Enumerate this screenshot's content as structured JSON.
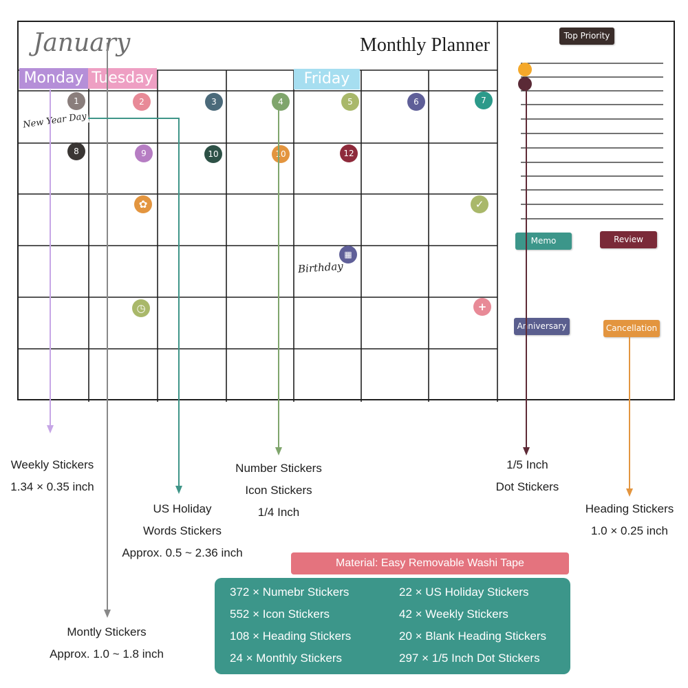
{
  "planner": {
    "month": "January",
    "title": "Monthly Planner",
    "weekdays": [
      "Monday",
      "Tuesday",
      "Friday"
    ],
    "numbers": [
      "1",
      "2",
      "3",
      "4",
      "5",
      "6",
      "7",
      "8",
      "9",
      "10",
      "10",
      "12"
    ],
    "holiday": "New Year Day",
    "birthday": "Birthday",
    "top_priority": "Top Priority",
    "headings": [
      "Memo",
      "Review",
      "Anniversary",
      "Cancellation"
    ],
    "icons": [
      "balloons-icon",
      "check-icon",
      "cake-icon",
      "alarm-clock-icon",
      "plus-icon"
    ]
  },
  "labels": {
    "weekly": [
      "Weekly Stickers",
      "1.34 × 0.35 inch"
    ],
    "holiday": [
      "US Holiday",
      "Words Stickers",
      "Approx. 0.5 ~ 2.36 inch"
    ],
    "monthly": [
      "Montly Stickers",
      "Approx. 1.0 ~ 1.8 inch"
    ],
    "number_icon": [
      "Number Stickers",
      "Icon Stickers",
      "1/4 Inch"
    ],
    "dot": [
      "1/5 Inch",
      "Dot Stickers"
    ],
    "heading": [
      "Heading Stickers",
      "1.0 × 0.25 inch"
    ]
  },
  "material": "Material: Easy Removable Washi Tape",
  "counts": {
    "left": [
      "372 × Numebr Stickers",
      "552 × Icon Stickers",
      "108 × Heading Stickers",
      "24 × Monthly Stickers"
    ],
    "right": [
      "22 × US Holiday Stickers",
      "42 × Weekly Stickers",
      "20 × Blank Heading Stickers",
      "297 × 1/5 Inch Dot Stickers"
    ]
  },
  "colors": {
    "monday": "#b58fd8",
    "tuesday": "#ee9fc3",
    "friday": "#a6def0",
    "weekly_line": "#c6a6e6",
    "holiday_line": "#3f9588",
    "monthly_line": "#888888",
    "number_line": "#7fa56c",
    "dot_line": "#5e2a36",
    "heading_line": "#e3953f",
    "material": "#e4737e",
    "counts_bg": "#3c968a"
  }
}
